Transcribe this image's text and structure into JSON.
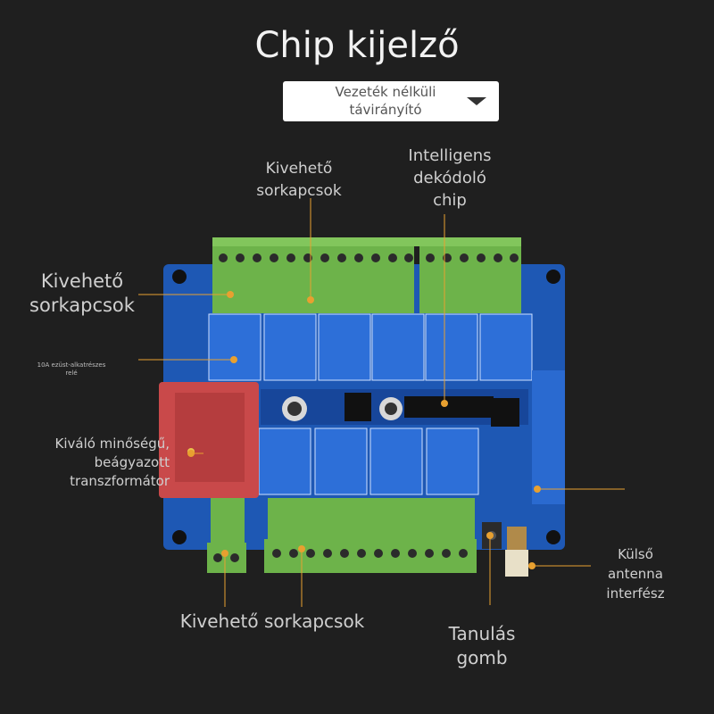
{
  "title": "Chip kijelző",
  "dropdown": {
    "selected": "Vezeték nélküli távirányító",
    "icon": "chevron-down-icon"
  },
  "labels": {
    "terminals_top": "Kivehető sorkapcsok",
    "decoder_chip": "Intelligens dekódoló chip",
    "terminals_left": "Kivehető sorkapcsok",
    "relay_note": "10A ezüst-alkatrészes relé",
    "transformer": "Kiváló minőségű, beágyazott transzformátor",
    "terminals_bottom": "Kivehető sorkapcsok",
    "learn_button": "Tanulás gomb",
    "antenna": "Külső antenna interfész"
  },
  "colors": {
    "background": "#1f1f1f",
    "pcb": "#1e58b4",
    "terminal": "#6db34a",
    "relay": "#2d6fd8",
    "transformer": "#c9494a",
    "leader": "#e8a030"
  }
}
